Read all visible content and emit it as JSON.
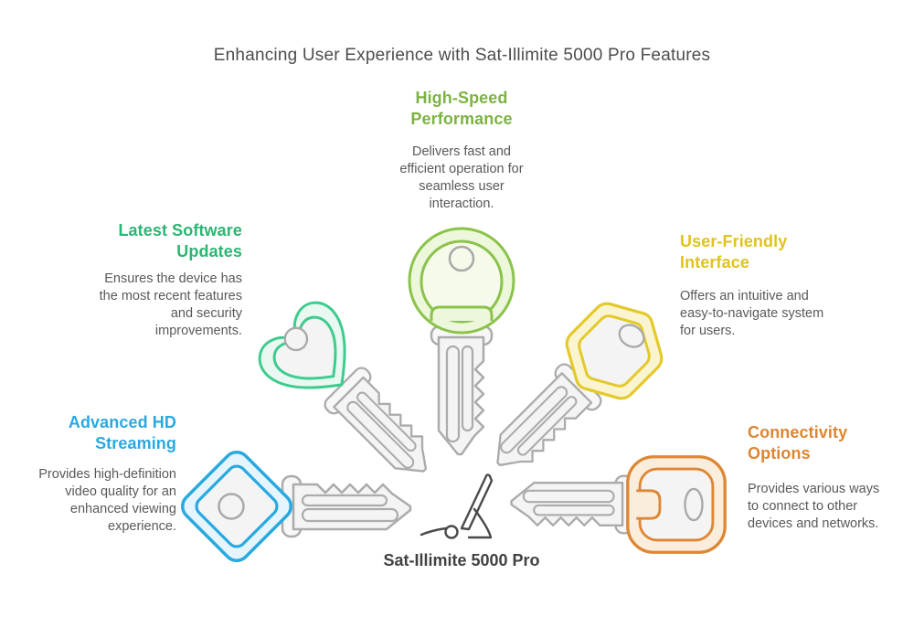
{
  "title": "Enhancing User Experience with Sat-Illimite 5000 Pro Features",
  "center": {
    "product_name": "Sat-Illimite 5000 Pro",
    "icon": "monitor-side-profile-with-mouse-icon"
  },
  "colors": {
    "title_text": "#4d4d4d",
    "body_text": "#58595b",
    "product_text": "#414042",
    "key_metal_stroke": "#ababab",
    "key_metal_fill": "#f4f4f4"
  },
  "features": [
    {
      "id": "high-speed-performance",
      "label": "High-Speed Performance",
      "description": "Delivers fast and efficient operation for seamless user interaction.",
      "position": "top",
      "head_shape": "circle",
      "accent": "#7cb342",
      "key_stroke": "#8bc34a",
      "key_fill": "#edf7dc",
      "key_inner_fill": "#f5faeb"
    },
    {
      "id": "latest-software-updates",
      "label": "Latest Software Updates",
      "description": "Ensures the device has the most recent features and security improvements.",
      "position": "upper-left",
      "head_shape": "heart",
      "accent": "#2bb673",
      "key_stroke": "#3dcb8e",
      "key_fill": "#e9f8f1",
      "key_inner_fill": "#f4f4f4"
    },
    {
      "id": "user-friendly-interface",
      "label": "User-Friendly Interface",
      "description": "Offers an intuitive and easy-to-navigate system for users.",
      "position": "upper-right",
      "head_shape": "hexagon",
      "accent": "#e0c31c",
      "key_stroke": "#e3c92a",
      "key_fill": "#faf4d0",
      "key_inner_fill": "#f4f4f4"
    },
    {
      "id": "advanced-hd-streaming",
      "label": "Advanced HD Streaming",
      "description": "Provides high-definition video quality for an enhanced viewing experience.",
      "position": "lower-left",
      "head_shape": "diamond",
      "accent": "#29a9e0",
      "key_stroke": "#29a9e0",
      "key_fill": "#e6f5fc",
      "key_inner_fill": "#f4f4f4"
    },
    {
      "id": "connectivity-options",
      "label": "Connectivity Options",
      "description": "Provides various ways to connect to other devices and networks.",
      "position": "lower-right",
      "head_shape": "rounded-square",
      "accent": "#dd8532",
      "key_stroke": "#dd8735",
      "key_fill": "#fbeddc",
      "key_inner_fill": "#f4f4f4"
    }
  ]
}
